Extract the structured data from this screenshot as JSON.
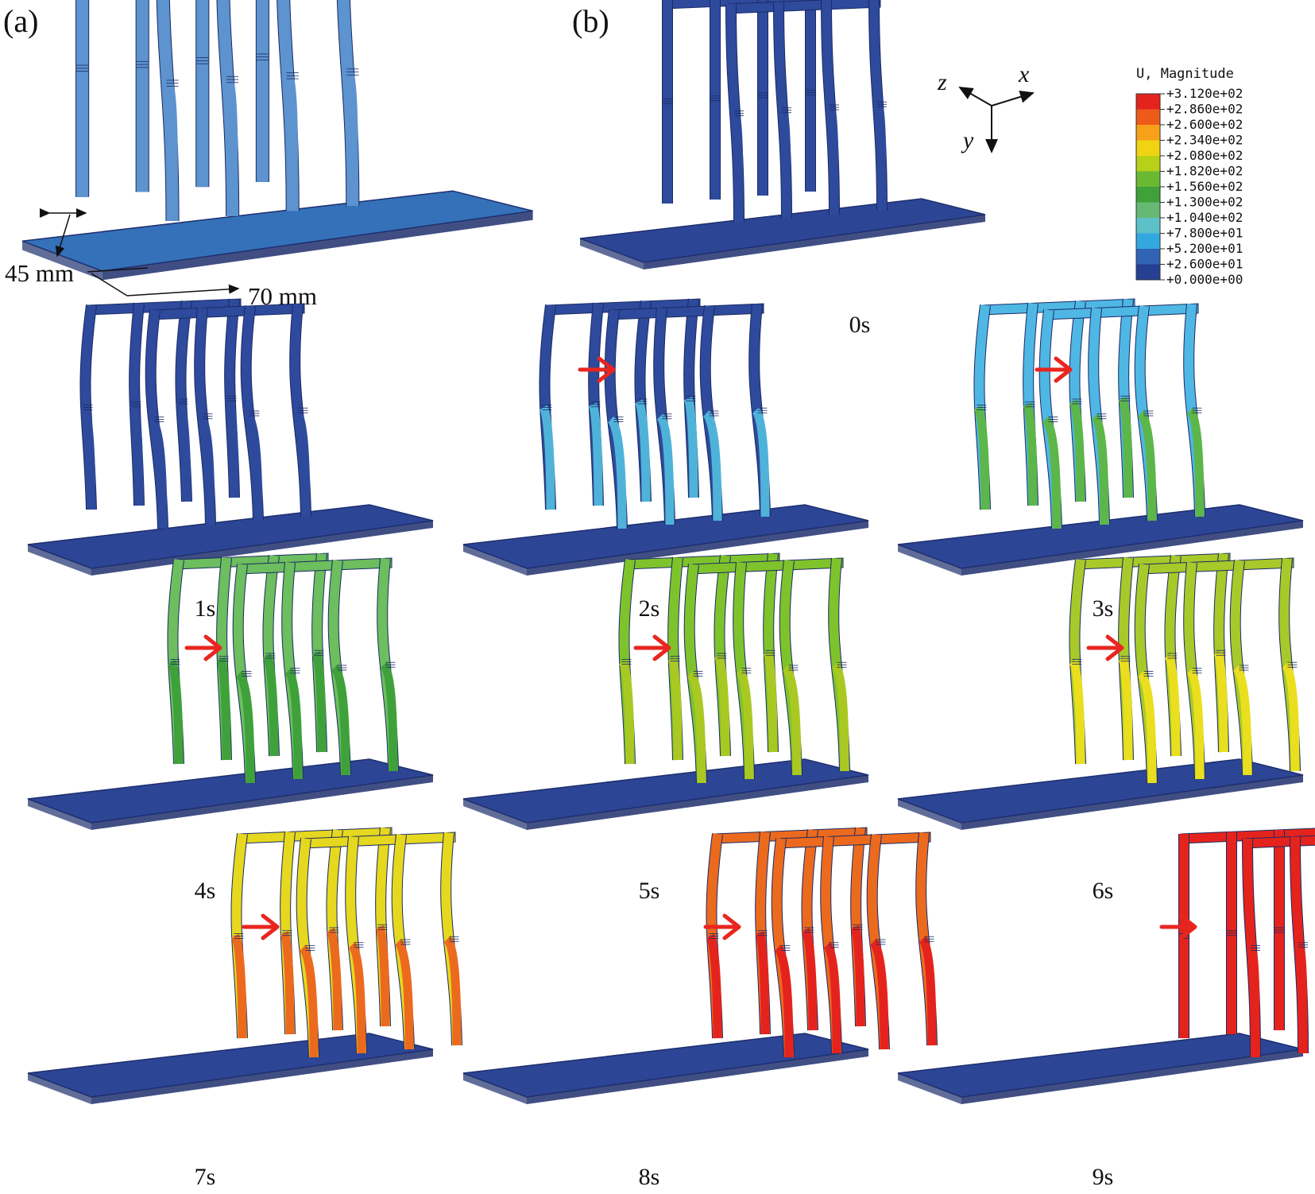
{
  "panel_a": {
    "label": "(a)",
    "dim_width": "45 mm",
    "dim_length": "70 mm"
  },
  "panel_b": {
    "label": "(b)"
  },
  "axes": {
    "x": "x",
    "y": "y",
    "z": "z"
  },
  "legend": {
    "title": "U, Magnitude",
    "ticks": [
      "+3.120e+02",
      "+2.860e+02",
      "+2.600e+02",
      "+2.340e+02",
      "+2.080e+02",
      "+1.820e+02",
      "+1.560e+02",
      "+1.300e+02",
      "+1.040e+02",
      "+7.800e+01",
      "+5.200e+01",
      "+2.600e+01",
      "+0.000e+00"
    ],
    "colors": [
      "#e5231d",
      "#ee5a1a",
      "#f7a11a",
      "#f0d411",
      "#b7d018",
      "#69b932",
      "#3fa13a",
      "#66b872",
      "#5cc1c9",
      "#33a7df",
      "#3163b5",
      "#263f93"
    ]
  },
  "colors": {
    "plate": "#2d4595",
    "plate_edge": "#1e2f6e",
    "arrow": "#e8261f",
    "model_a": "#3575bd"
  },
  "frames": [
    {
      "time": "0s",
      "color": "#2e4a9c",
      "lower_color": "#2e4a9c",
      "bend": 0,
      "shift": 0,
      "arrow": false
    },
    {
      "time": "1s",
      "color": "#2e4a9c",
      "lower_color": "#2e4a9c",
      "bend": 0.85,
      "shift": 0,
      "arrow": false
    },
    {
      "time": "2s",
      "color": "#2e4a9c",
      "lower_color": "#4fb3d9",
      "bend": 0.85,
      "shift": 0,
      "arrow": true
    },
    {
      "time": "3s",
      "color": "#4fb7e4",
      "lower_color": "#5cb64a",
      "bend": 0.85,
      "shift": 0,
      "arrow": true
    },
    {
      "time": "4s",
      "color": "#6cbe5e",
      "lower_color": "#3fa13a",
      "bend": 0.85,
      "shift": 0,
      "arrow": true
    },
    {
      "time": "5s",
      "color": "#7fc32c",
      "lower_color": "#a9c922",
      "bend": 0.85,
      "shift": 0,
      "arrow": true
    },
    {
      "time": "6s",
      "color": "#a8c92a",
      "lower_color": "#eadf1e",
      "bend": 0.85,
      "shift": 0,
      "arrow": true
    },
    {
      "time": "7s",
      "color": "#e6d81e",
      "lower_color": "#ec6a1e",
      "bend": 0.85,
      "shift": 0,
      "arrow": true
    },
    {
      "time": "8s",
      "color": "#ec6a1e",
      "lower_color": "#e5231d",
      "bend": 0.85,
      "shift": 0,
      "arrow": true
    },
    {
      "time": "9s",
      "color": "#e5231d",
      "lower_color": "#e5231d",
      "bend": 0,
      "shift": 0,
      "arrow": true
    }
  ]
}
